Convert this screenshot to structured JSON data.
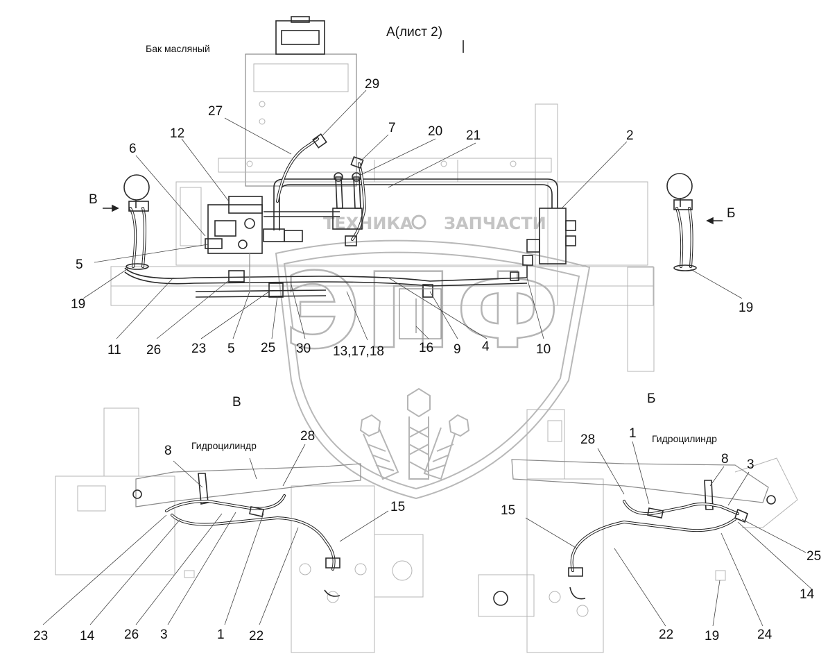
{
  "captions": {
    "tank": "Бак масляный",
    "view_a": "А(лист 2)",
    "view_v_arrow": "В",
    "view_b_arrow": "Б",
    "view_v_title": "В",
    "view_b_title": "Б",
    "cylinder_left": "Гидроцилиндр",
    "cylinder_right": "Гидроцилиндр"
  },
  "watermark": {
    "brand_left": "ТЕХНИКА",
    "brand_right": "ЗАПЧАСТИ",
    "letters": "ЭПФ"
  },
  "callouts_top": [
    "29",
    "27",
    "7",
    "20",
    "21",
    "2",
    "12",
    "6",
    "5",
    "19",
    "11",
    "26",
    "23",
    "5",
    "25",
    "30",
    "13,17,18",
    "16",
    "9",
    "4",
    "10",
    "19"
  ],
  "callouts_bottom_left": [
    "8",
    "28",
    "15",
    "23",
    "14",
    "26",
    "3",
    "1",
    "22"
  ],
  "callouts_bottom_right": [
    "28",
    "1",
    "8",
    "3",
    "15",
    "25",
    "14",
    "22",
    "19",
    "24"
  ]
}
